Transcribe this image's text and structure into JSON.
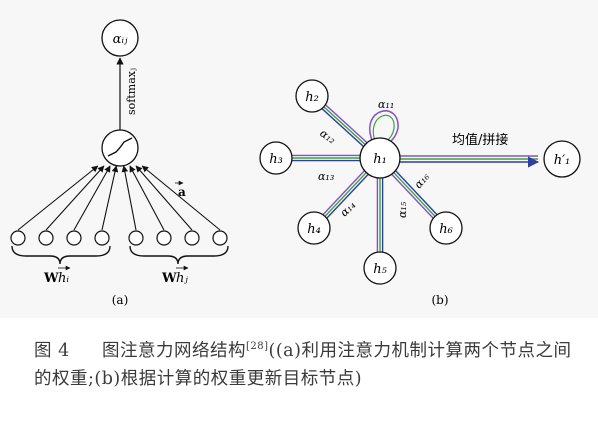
{
  "panel_a": {
    "label": "(a)",
    "alpha_node": "αᵢⱼ",
    "softmax_label": "softmaxⱼ",
    "weight_label": "a",
    "group_left": "W",
    "group_left_vec": "hᵢ",
    "group_right": "W",
    "group_right_vec": "hⱼ"
  },
  "panel_b": {
    "label": "(b)",
    "center": "h₁",
    "neighbors": [
      "h₂",
      "h₃",
      "h₄",
      "h₅",
      "h₆"
    ],
    "output": "h′₁",
    "edge_weights": [
      "α₁₁",
      "α₁₂",
      "α₁₃",
      "α₁₄",
      "α₁₅",
      "α₁₆"
    ],
    "concat_label": "均值/拼接",
    "colors": {
      "purple": "#8a4fc8",
      "green": "#3aa638",
      "blue": "#2e3f9e"
    }
  },
  "caption": {
    "fig_no": "图 4",
    "text_before": "图注意力网络结构",
    "ref": "[28]",
    "text_after": "((a)利用注意力机制计算两个节点之间的权重;(b)根据计算的权重更新目标节点)"
  }
}
